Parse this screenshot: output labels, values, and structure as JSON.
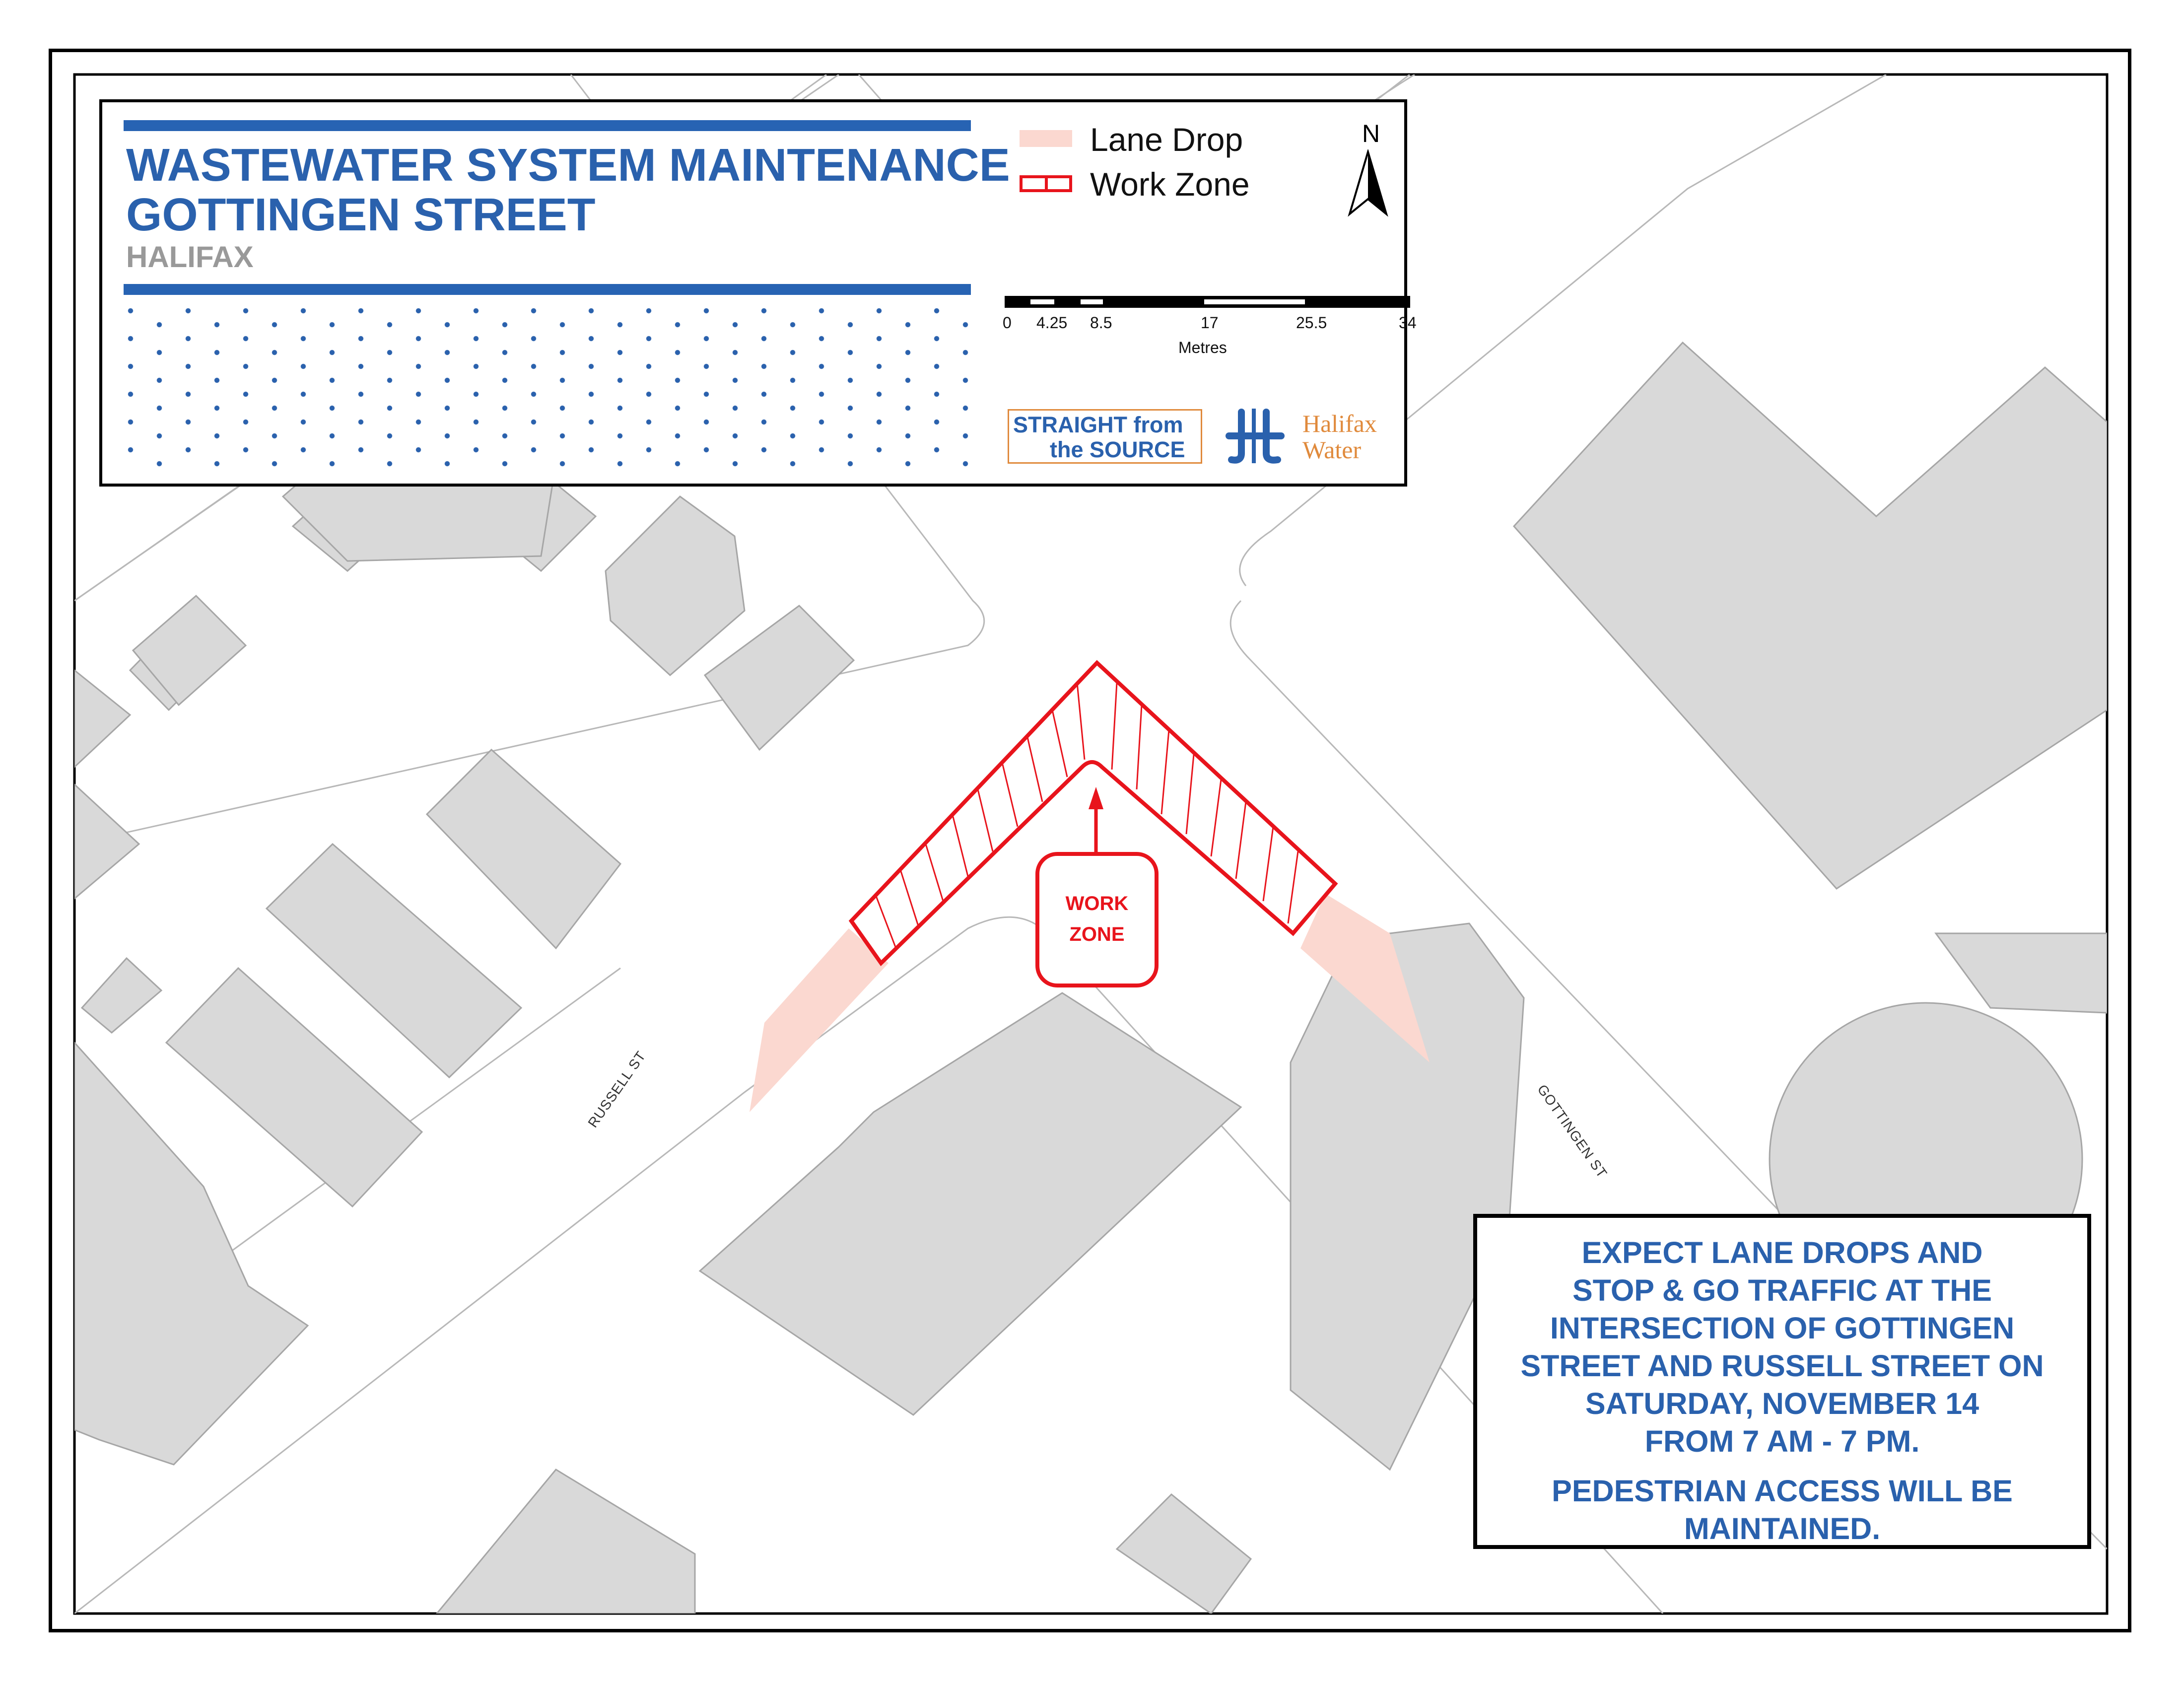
{
  "title_block": {
    "title_line_1": "WASTEWATER SYSTEM MAINTENANCE",
    "title_line_2": "GOTTINGEN STREET",
    "subtitle": "HALIFAX"
  },
  "legend": {
    "items": [
      {
        "label": "Lane Drop",
        "color": "#fbd8d0"
      },
      {
        "label": "Work Zone",
        "color": "#e8141c"
      }
    ]
  },
  "north_arrow": {
    "letter": "N"
  },
  "scale_bar": {
    "ticks": [
      "0",
      "4.25",
      "8.5",
      "17",
      "25.5",
      "34"
    ],
    "unit": "Metres"
  },
  "logos": {
    "straight_from_line_1": "STRAIGHT from",
    "straight_from_line_2": "the SOURCE",
    "halifax_water_line_1": "Halifax",
    "halifax_water_line_2": "Water"
  },
  "map": {
    "work_zone_label_line_1": "WORK",
    "work_zone_label_line_2": "ZONE",
    "street_labels": [
      "RUSSELL ST",
      "GOTTINGEN ST"
    ]
  },
  "notice": {
    "lines": [
      "EXPECT LANE DROPS AND",
      "STOP & GO TRAFFIC AT THE",
      "INTERSECTION OF GOTTINGEN",
      "STREET AND RUSSELL STREET ON",
      "SATURDAY, NOVEMBER 14",
      "FROM 7 AM - 7 PM.",
      "",
      "PEDESTRIAN ACCESS WILL BE",
      "MAINTAINED."
    ]
  },
  "colors": {
    "brand_blue": "#2a61ad",
    "work_zone_red": "#e8141c",
    "lane_drop_pink": "#fbd8d0",
    "building_gray": "#d9d9d9",
    "accent_orange": "#e08a3c"
  }
}
